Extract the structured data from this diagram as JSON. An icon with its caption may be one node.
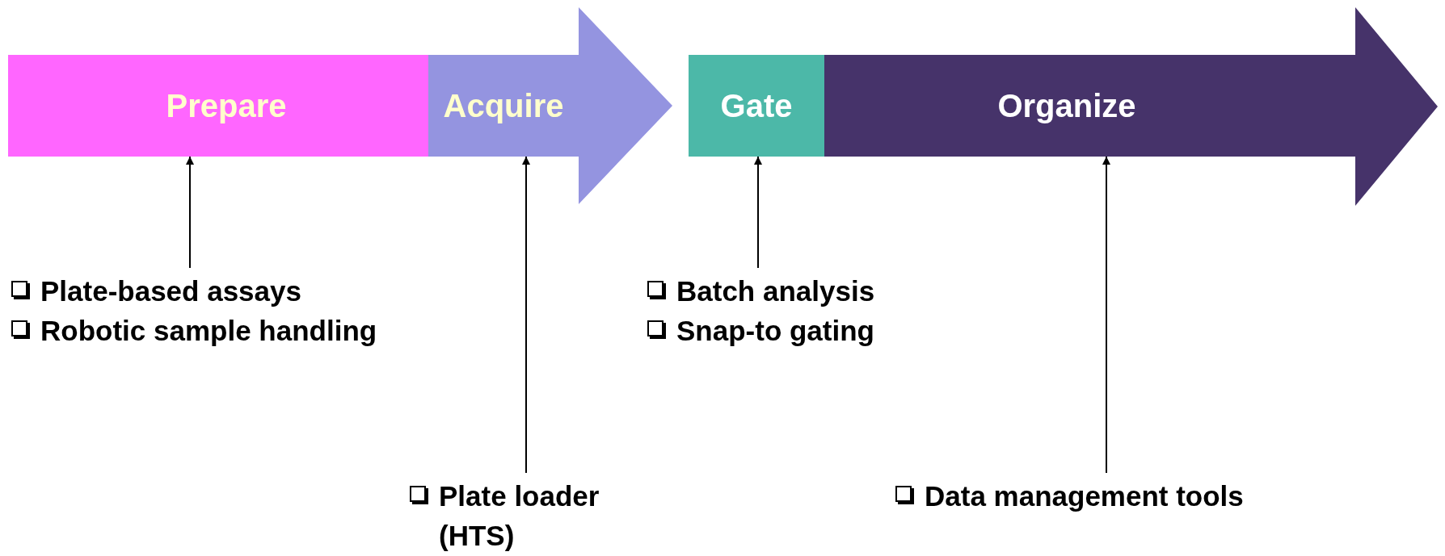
{
  "diagram": {
    "nodes": [
      {
        "text": [
          "Prepare"
        ]
      },
      {
        "text": [
          "Acquire"
        ]
      },
      {
        "text": [
          "Gate"
        ]
      },
      {
        "text": [
          "Organize"
        ]
      },
      {
        "text": [
          "Plate-based assays",
          "Robotic sample handling"
        ]
      },
      {
        "text": [
          "Plate loader (HTS)"
        ]
      },
      {
        "text": [
          "Batch analysis",
          "Snap-to gating"
        ]
      },
      {
        "text": [
          "Data management tools"
        ]
      }
    ],
    "edges": [
      {
        "from": 4,
        "to": 0,
        "arrow": "to"
      },
      {
        "from": 5,
        "to": 1,
        "arrow": "to"
      },
      {
        "from": 6,
        "to": 2,
        "arrow": "to"
      },
      {
        "from": 7,
        "to": 3,
        "arrow": "to"
      }
    ]
  }
}
